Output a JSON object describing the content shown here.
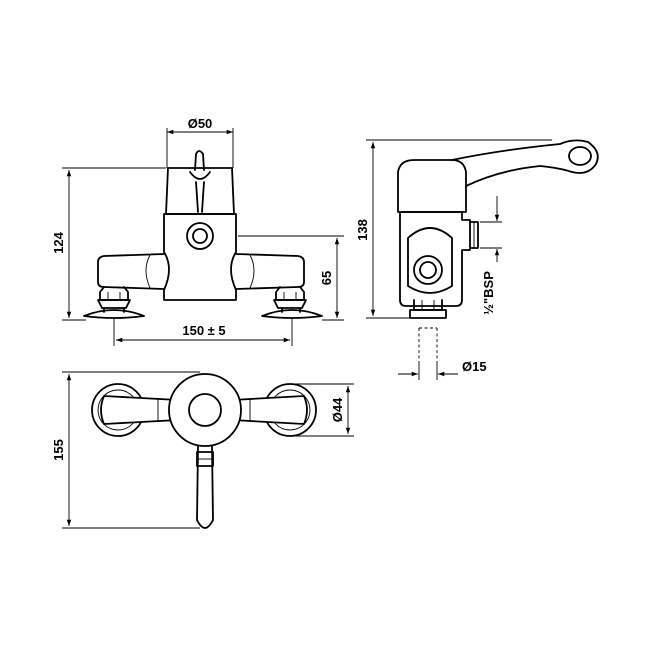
{
  "dimensions": {
    "front_top_diameter": "Ø50",
    "front_height": "124",
    "front_inlet_height": "65",
    "front_centres": "150 ± 5",
    "side_height": "138",
    "side_thread": "½\"BSP",
    "side_outlet_diameter": "Ø15",
    "plan_depth": "155",
    "plan_diameter": "Ø44"
  },
  "colors": {
    "line": "#000000",
    "background": "#ffffff"
  }
}
